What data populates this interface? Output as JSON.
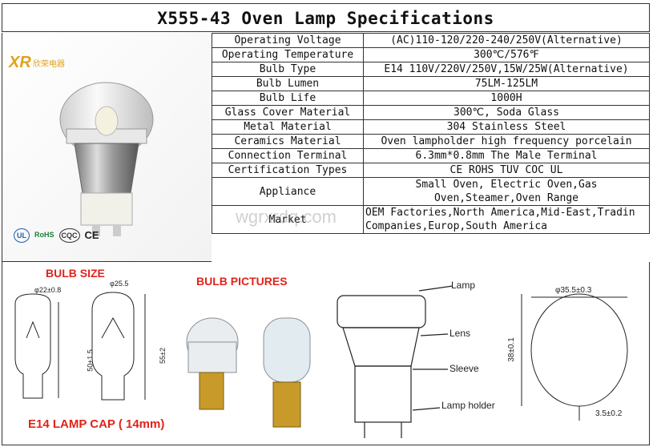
{
  "title": "X555-43 Oven Lamp Specifications",
  "brand": {
    "logo_text": "XR",
    "cn_name": "欣荣电器"
  },
  "cert_logos": [
    "UL",
    "RoHS",
    "CQC",
    "CE"
  ],
  "watermark": "wgrxrdq.com",
  "specs": [
    {
      "label": "Operating Voltage",
      "value": "(AC)110-120/220-240/250V(Alternative)"
    },
    {
      "label": "Operating Temperature",
      "value": "300℃/576℉"
    },
    {
      "label": "Bulb Type",
      "value": "E14 110V/220V/250V,15W/25W(Alternative)"
    },
    {
      "label": "Bulb Lumen",
      "value": "75LM-125LM"
    },
    {
      "label": "Bulb Life",
      "value": "1000H"
    },
    {
      "label": "Glass Cover Material",
      "value": "300℃, Soda Glass"
    },
    {
      "label": "Metal Material",
      "value": "304 Stainless Steel"
    },
    {
      "label": "Ceramics Material",
      "value": "Oven lampholder high frequency porcelain"
    },
    {
      "label": "Connection Terminal",
      "value": "6.3mm*0.8mm The Male Terminal"
    },
    {
      "label": "Certification Types",
      "value": "CE ROHS TUV COC UL"
    },
    {
      "label": "Appliance",
      "value": "Small Oven, Electric Oven,Gas Oven,Steamer,Oven Range"
    },
    {
      "label": "Market",
      "value": "OEM Factories,North America,Mid-East,Tradin Companies,Europ,South America"
    }
  ],
  "bottom": {
    "bulb_size": "BULB SIZE",
    "bulb_pictures": "BULB PICTURES",
    "lamp_cap": "E14 LAMP CAP ( 14mm)",
    "dims": {
      "d1": "φ22±0.8",
      "d2": "φ25.5",
      "h1": "50±1.5",
      "h2": "55±2"
    },
    "parts": {
      "lamp": "Lamp",
      "lens": "Lens",
      "sleeve": "Sleeve",
      "holder": "Lamp holder"
    },
    "right_dims": {
      "dia": "φ35.5±0.3",
      "h": "38±0.1",
      "t": "3.5±0.2"
    }
  }
}
